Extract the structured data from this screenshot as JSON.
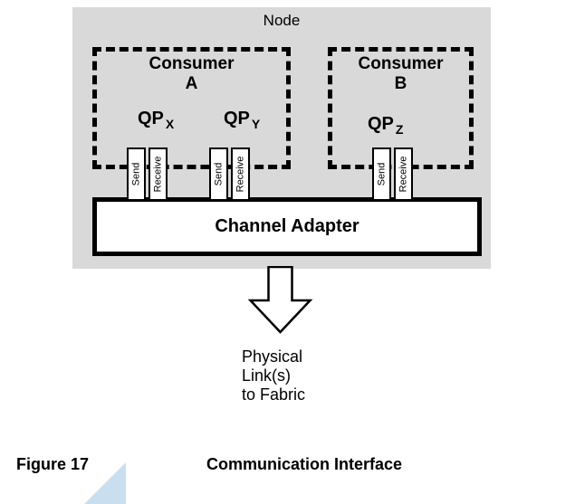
{
  "node": {
    "label": "Node",
    "consumers": {
      "a": {
        "name": "Consumer",
        "letter": "A"
      },
      "b": {
        "name": "Consumer",
        "letter": "B"
      }
    },
    "qps": {
      "x": {
        "label": "QP",
        "sub": "X"
      },
      "y": {
        "label": "QP",
        "sub": "Y"
      },
      "z": {
        "label": "QP",
        "sub": "Z"
      }
    },
    "queue_labels": {
      "send": "Send",
      "receive": "Receive"
    },
    "channel_adapter": "Channel Adapter"
  },
  "arrow_label": {
    "line1": "Physical",
    "line2": "Link(s)",
    "line3": "to Fabric"
  },
  "caption": {
    "number": "Figure 17",
    "title": "Communication Interface"
  },
  "colors": {
    "node_background": "#d9d9d9",
    "line": "#000000",
    "box_fill": "#ffffff",
    "watermark": "#c9dff0"
  }
}
